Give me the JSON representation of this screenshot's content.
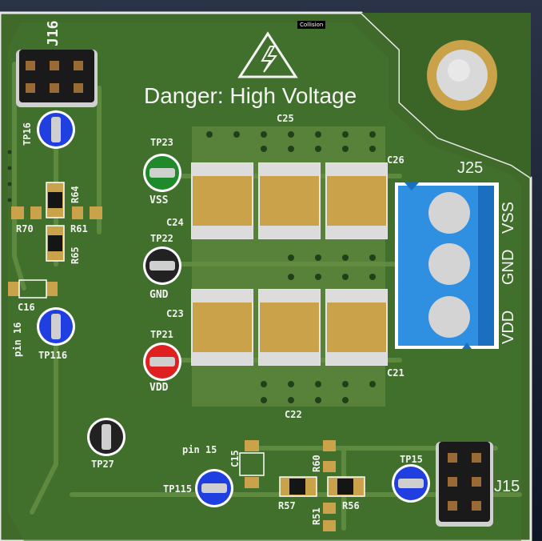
{
  "board": {
    "collision_tag": "Collision",
    "warning_text": "Danger: High Voltage",
    "warning_icon": "high-voltage-triangle-icon",
    "colors": {
      "pcb": "#3f6a2a",
      "silkscreen": "#ffffff",
      "copper_pad": "#c9a24a",
      "connector_blue": "#2f8fe0",
      "testpoint_blue": "#1f3fe0",
      "testpoint_green": "#1e8a2a",
      "testpoint_red": "#e02020",
      "testpoint_black": "#222222"
    }
  },
  "connectors": {
    "j16": "J16",
    "j15": "J15",
    "j25": "J25",
    "j25_pins": [
      "VSS",
      "GND",
      "VDD"
    ]
  },
  "test_points": {
    "tp16": "TP16",
    "tp116": "TP116",
    "tp23": "TP23",
    "tp23_net": "VSS",
    "tp22": "TP22",
    "tp22_net": "GND",
    "tp21": "TP21",
    "tp21_net": "VDD",
    "tp27": "TP27",
    "tp115": "TP115",
    "tp15": "TP15"
  },
  "pins": {
    "pin16": "pin 16",
    "pin15": "pin 15"
  },
  "capacitors": {
    "c25": "C25",
    "c26": "C26",
    "c24": "C24",
    "c23": "C23",
    "c21": "C21",
    "c22": "C22",
    "c16": "C16",
    "c15": "C15"
  },
  "resistors": {
    "r64": "R64",
    "r70": "R70",
    "r61": "R61",
    "r65": "R65",
    "r60": "R60",
    "r57": "R57",
    "r56": "R56",
    "r51": "R51"
  }
}
